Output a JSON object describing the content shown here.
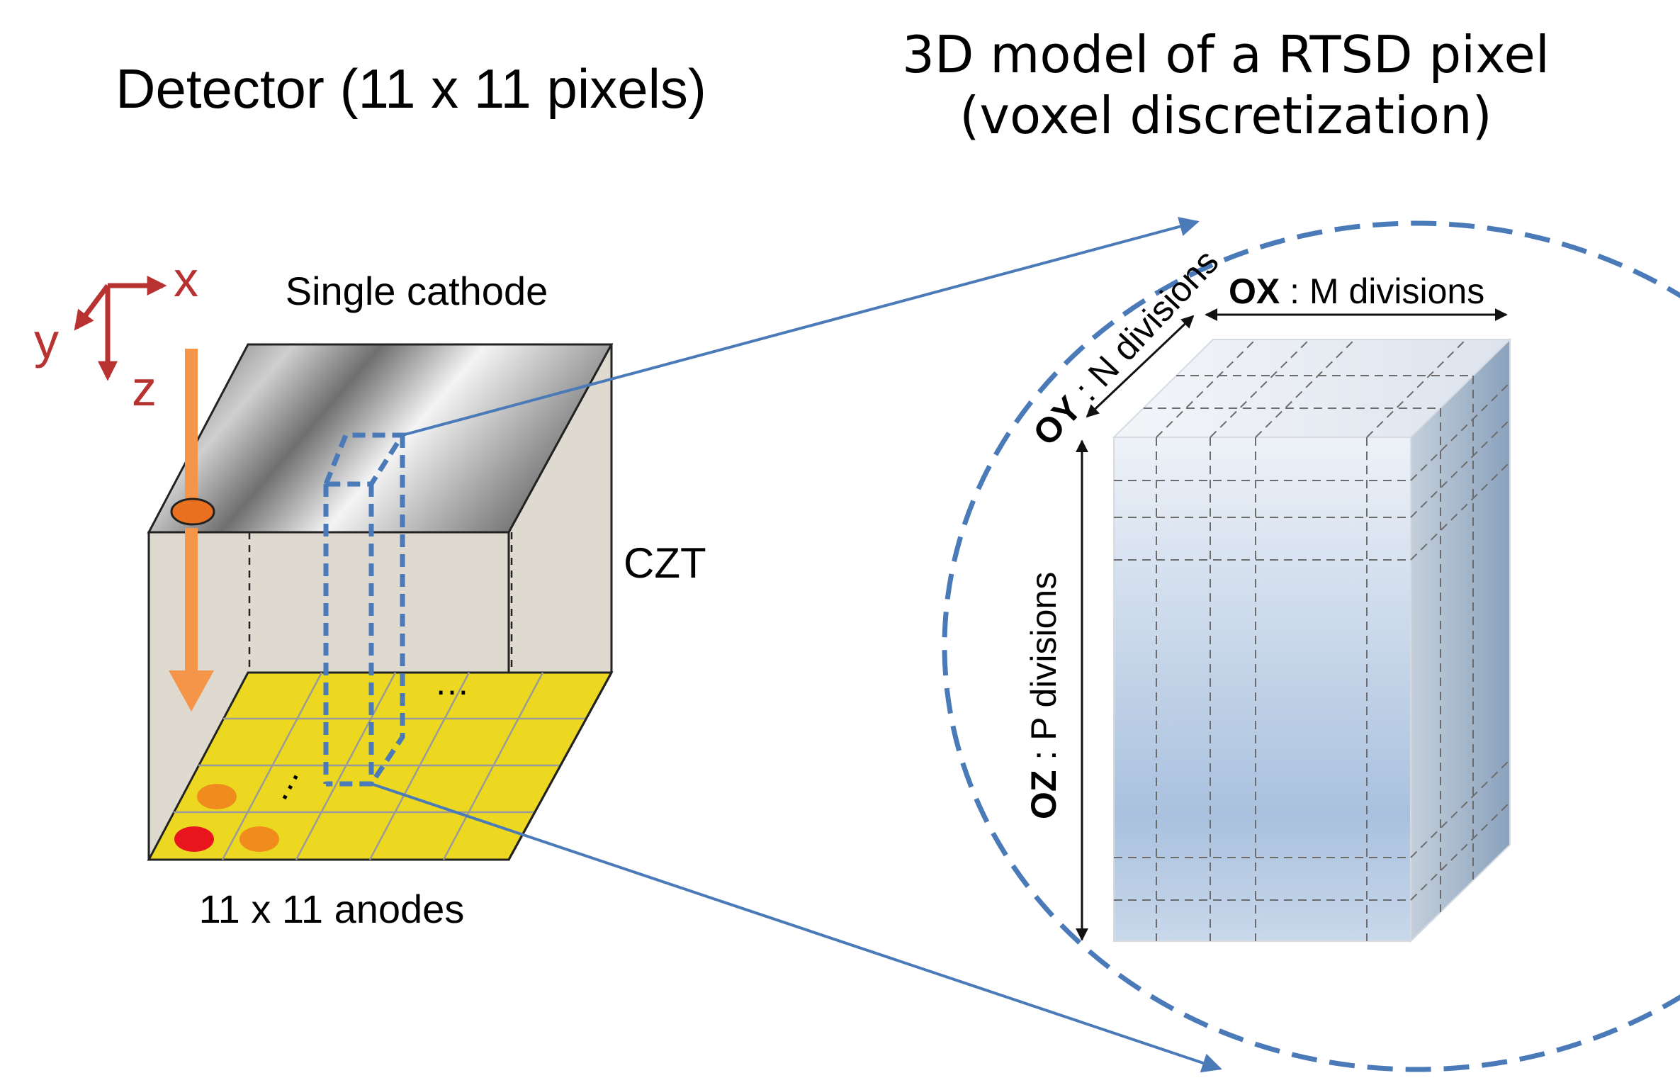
{
  "titles": {
    "left": "Detector (11 x 11 pixels)",
    "right_line1": "3D model of a RTSD pixel",
    "right_line2": "(voxel discretization)"
  },
  "axes": {
    "x": "x",
    "y": "y",
    "z": "z"
  },
  "detector": {
    "cathode_label": "Single cathode",
    "material_label": "CZT",
    "anodes_label": "11 x 11 anodes",
    "ellipsis": "…"
  },
  "voxel_model": {
    "ox": {
      "axis": "OX",
      "text": " : M divisions"
    },
    "oy": {
      "axis": "OY",
      "text": " : N divisions"
    },
    "oz": {
      "axis": "OZ",
      "text": " : P divisions"
    }
  },
  "colors": {
    "axis_red": "#b83232",
    "beam_orange": "#f5954a",
    "anode_yellow": "#ecd820",
    "detector_body": "#dedad0",
    "dashed_blue": "#4a7ab8",
    "hit_red": "#e8141e",
    "hit_orange": "#f08c1e"
  }
}
